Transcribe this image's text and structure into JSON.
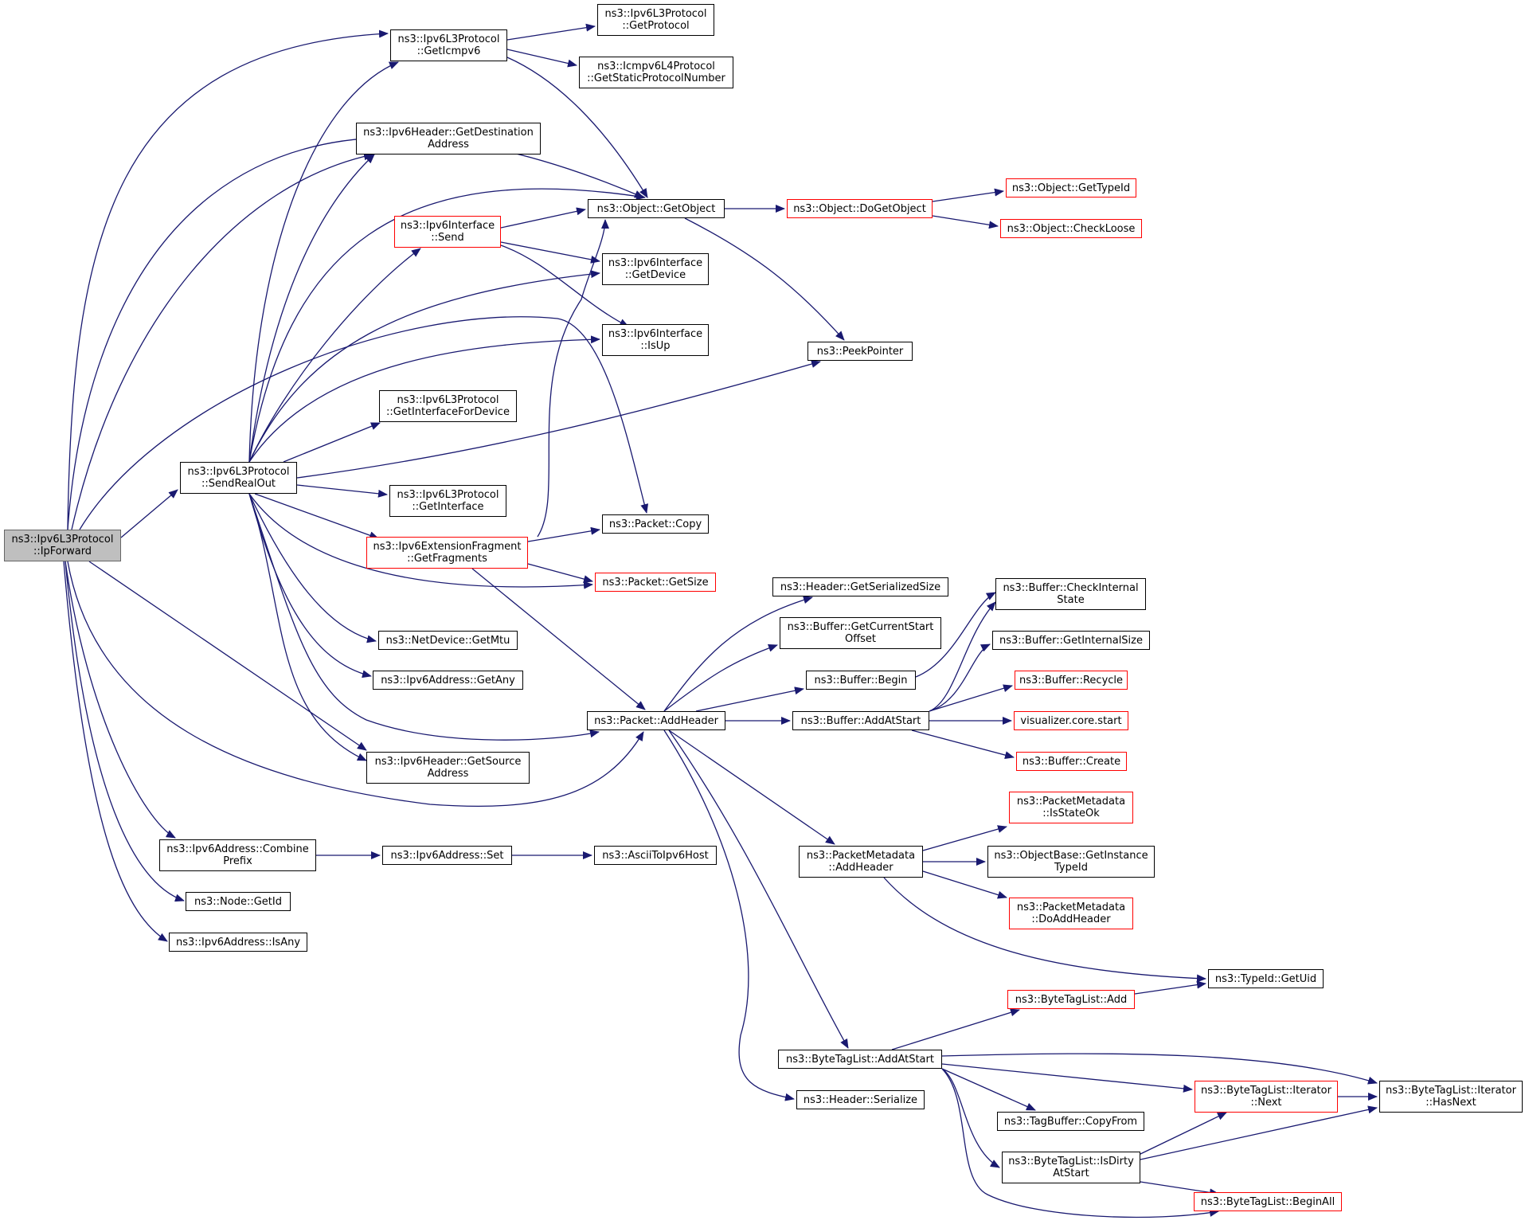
{
  "colors": {
    "edge": "#191970",
    "box_border": "#000000",
    "truncated_border": "#ff0000",
    "root_fill": "#bfbfbf"
  },
  "nodes": [
    {
      "id": "ipforward",
      "lines": [
        "ns3::Ipv6L3Protocol",
        "::IpForward"
      ],
      "root": true
    },
    {
      "id": "sendrealout",
      "lines": [
        "ns3::Ipv6L3Protocol",
        "::SendRealOut"
      ]
    },
    {
      "id": "geticmpv6",
      "lines": [
        "ns3::Ipv6L3Protocol",
        "::GetIcmpv6"
      ]
    },
    {
      "id": "getprotocol",
      "lines": [
        "ns3::Ipv6L3Protocol",
        "::GetProtocol"
      ]
    },
    {
      "id": "getstaticprotocolnumber",
      "lines": [
        "ns3::Icmpv6L4Protocol",
        "::GetStaticProtocolNumber"
      ]
    },
    {
      "id": "getdestinationaddress",
      "lines": [
        "ns3::Ipv6Header::GetDestination",
        "Address"
      ]
    },
    {
      "id": "getobject",
      "lines": [
        "ns3::Object::GetObject"
      ]
    },
    {
      "id": "dogetobject",
      "lines": [
        "ns3::Object::DoGetObject"
      ],
      "red": true
    },
    {
      "id": "gettypeid",
      "lines": [
        "ns3::Object::GetTypeId"
      ],
      "red": true
    },
    {
      "id": "checkloose",
      "lines": [
        "ns3::Object::CheckLoose"
      ],
      "red": true
    },
    {
      "id": "ifsend",
      "lines": [
        "ns3::Ipv6Interface",
        "::Send"
      ],
      "red": true
    },
    {
      "id": "ifgetdevice",
      "lines": [
        "ns3::Ipv6Interface",
        "::GetDevice"
      ]
    },
    {
      "id": "ifisup",
      "lines": [
        "ns3::Ipv6Interface",
        "::IsUp"
      ]
    },
    {
      "id": "peekpointer",
      "lines": [
        "ns3::PeekPointer"
      ]
    },
    {
      "id": "getinterfacefordevice",
      "lines": [
        "ns3::Ipv6L3Protocol",
        "::GetInterfaceForDevice"
      ]
    },
    {
      "id": "getinterface",
      "lines": [
        "ns3::Ipv6L3Protocol",
        "::GetInterface"
      ]
    },
    {
      "id": "packetcopy",
      "lines": [
        "ns3::Packet::Copy"
      ]
    },
    {
      "id": "getfragments",
      "lines": [
        "ns3::Ipv6ExtensionFragment",
        "::GetFragments"
      ],
      "red": true
    },
    {
      "id": "packetgetsize",
      "lines": [
        "ns3::Packet::GetSize"
      ],
      "red": true
    },
    {
      "id": "getserializedsize",
      "lines": [
        "ns3::Header::GetSerializedSize"
      ]
    },
    {
      "id": "getcurrentstartoffset",
      "lines": [
        "ns3::Buffer::GetCurrentStart",
        "Offset"
      ]
    },
    {
      "id": "bufferbegin",
      "lines": [
        "ns3::Buffer::Begin"
      ]
    },
    {
      "id": "checkinternalstate",
      "lines": [
        "ns3::Buffer::CheckInternal",
        "State"
      ]
    },
    {
      "id": "getinternalsize",
      "lines": [
        "ns3::Buffer::GetInternalSize"
      ]
    },
    {
      "id": "bufferrecycle",
      "lines": [
        "ns3::Buffer::Recycle"
      ],
      "red": true
    },
    {
      "id": "vizstart",
      "lines": [
        "visualizer.core.start"
      ],
      "red": true
    },
    {
      "id": "buffercreate",
      "lines": [
        "ns3::Buffer::Create"
      ],
      "red": true
    },
    {
      "id": "getmtu",
      "lines": [
        "ns3::NetDevice::GetMtu"
      ]
    },
    {
      "id": "getany",
      "lines": [
        "ns3::Ipv6Address::GetAny"
      ]
    },
    {
      "id": "packetaddheader",
      "lines": [
        "ns3::Packet::AddHeader"
      ]
    },
    {
      "id": "bufferaddatstart",
      "lines": [
        "ns3::Buffer::AddAtStart"
      ]
    },
    {
      "id": "getsourceaddress",
      "lines": [
        "ns3::Ipv6Header::GetSource",
        "Address"
      ]
    },
    {
      "id": "isstateok",
      "lines": [
        "ns3::PacketMetadata",
        "::IsStateOk"
      ],
      "red": true
    },
    {
      "id": "pmaddheader",
      "lines": [
        "ns3::PacketMetadata",
        "::AddHeader"
      ]
    },
    {
      "id": "getinstancetypeid",
      "lines": [
        "ns3::ObjectBase::GetInstance",
        "TypeId"
      ]
    },
    {
      "id": "doaddheader",
      "lines": [
        "ns3::PacketMetadata",
        "::DoAddHeader"
      ],
      "red": true
    },
    {
      "id": "combineprefix",
      "lines": [
        "ns3::Ipv6Address::Combine",
        "Prefix"
      ]
    },
    {
      "id": "addrset",
      "lines": [
        "ns3::Ipv6Address::Set"
      ]
    },
    {
      "id": "asciitoipv6host",
      "lines": [
        "ns3::AsciiToIpv6Host"
      ]
    },
    {
      "id": "nodegetid",
      "lines": [
        "ns3::Node::GetId"
      ]
    },
    {
      "id": "addrisany",
      "lines": [
        "ns3::Ipv6Address::IsAny"
      ]
    },
    {
      "id": "getuid",
      "lines": [
        "ns3::TypeId::GetUid"
      ]
    },
    {
      "id": "btladd",
      "lines": [
        "ns3::ByteTagList::Add"
      ],
      "red": true
    },
    {
      "id": "btladdatstart",
      "lines": [
        "ns3::ByteTagList::AddAtStart"
      ]
    },
    {
      "id": "headerserialize",
      "lines": [
        "ns3::Header::Serialize"
      ]
    },
    {
      "id": "iteratornext",
      "lines": [
        "ns3::ByteTagList::Iterator",
        "::Next"
      ],
      "red": true
    },
    {
      "id": "iteratorhasnext",
      "lines": [
        "ns3::ByteTagList::Iterator",
        "::HasNext"
      ]
    },
    {
      "id": "tagbuffercopyfrom",
      "lines": [
        "ns3::TagBuffer::CopyFrom"
      ]
    },
    {
      "id": "isdirtyatstart",
      "lines": [
        "ns3::ByteTagList::IsDirty",
        "AtStart"
      ]
    },
    {
      "id": "beginall",
      "lines": [
        "ns3::ByteTagList::BeginAll"
      ],
      "red": true
    }
  ]
}
